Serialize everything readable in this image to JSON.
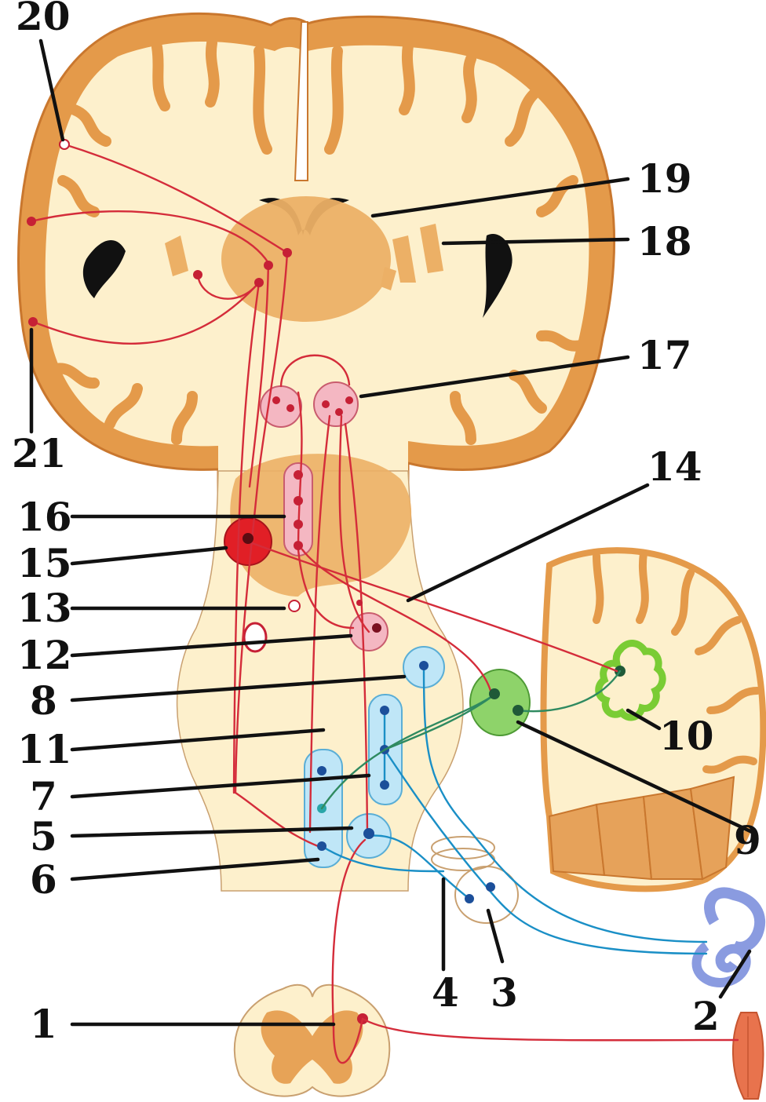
{
  "labels": {
    "l1": "1",
    "l2": "2",
    "l3": "3",
    "l4": "4",
    "l5": "5",
    "l6": "6",
    "l7": "7",
    "l8": "8",
    "l9": "9",
    "l10": "10",
    "l11": "11",
    "l12": "12",
    "l13": "13",
    "l14": "14",
    "l15": "15",
    "l16": "16",
    "l17": "17",
    "l18": "18",
    "l19": "19",
    "l20": "20",
    "l21": "21"
  },
  "colors": {
    "cortex": "#e49a4a",
    "white_matter": "#fdf0cc",
    "deep_nuclei": "#ecb066",
    "motor_pathway": "#d42c3a",
    "red_nucleus": "#e11f26",
    "pink_nucleus": "#f4b7c2",
    "vestibular_nucleus": "#bfe6f7",
    "vestibular_fiber": "#1a8fc6",
    "vestibular_cell": "#1c4f9a",
    "cerebellar_nucleus": "#8ed36a",
    "dentate_nucleus": "#7acc34",
    "cerebellar_fiber": "#2f8a60",
    "inner_ear": "#9aaae6",
    "muscle": "#e8734d",
    "ink": "#111111"
  }
}
